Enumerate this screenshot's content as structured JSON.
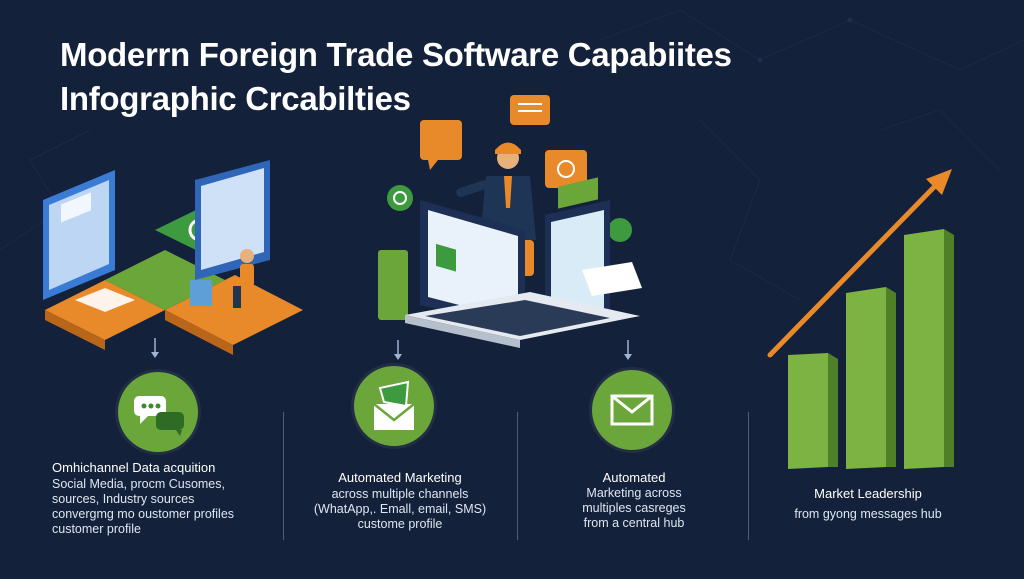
{
  "title": {
    "line1": "Moderrn Foreign Trade Software Capabiites",
    "line2": "Infographic Crcabilties"
  },
  "colors": {
    "background": "#14213a",
    "accent_green": "#6aa63a",
    "accent_orange": "#e8892a",
    "screen_blue": "#3a7bd5"
  },
  "capabilities": [
    {
      "icon": "chat-bubbles-icon",
      "title": "Omhichannel Data acquition",
      "description": "Social Media, procm Cusomes,\nsources, Industry sources\nconvergmg mo oustomer profiles\ncustomer profile"
    },
    {
      "icon": "megaphone-envelope-icon",
      "title": "Automated Marketing",
      "description": "across multiple channels\n(WhatApp,. Emall, email, SMS)\ncustome profile"
    },
    {
      "icon": "envelope-icon",
      "title": "Automated",
      "description": "Marketing across\nmultiples casreges\nfrom a central hub"
    },
    {
      "icon": "growth-chart-icon",
      "title": "Market Leadership",
      "description": "from gyong messages hub"
    }
  ]
}
